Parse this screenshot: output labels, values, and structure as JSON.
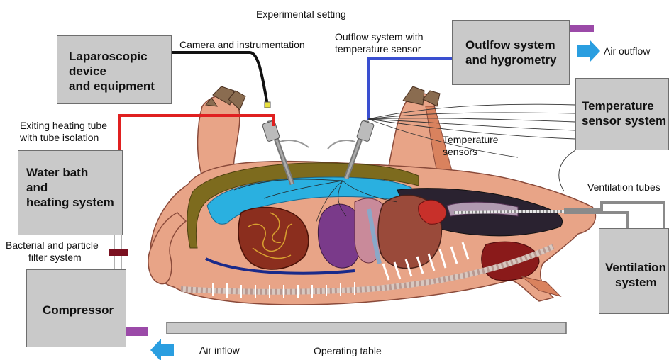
{
  "title": "Experimental setting",
  "boxes": {
    "laparoscopic": "Laparoscopic device and equipment",
    "laparoscopic_lines": [
      "Laparoscopic",
      "device",
      "and equipment"
    ],
    "outflow_lines": [
      "Outlfow system",
      "and hygrometry"
    ],
    "temperature_lines": [
      "Temperature",
      "sensor system"
    ],
    "water_bath_lines": [
      "Water bath",
      "and",
      "heating system"
    ],
    "compressor": "Compressor",
    "ventilation_lines": [
      "Ventilation",
      "system"
    ]
  },
  "labels": {
    "camera": "Camera and instrumentation",
    "outflow_sensor_lines": [
      "Outflow system with",
      "temperature sensor"
    ],
    "air_outflow": "Air outflow",
    "temperature_sensors_lines": [
      "Temperature",
      "sensors"
    ],
    "heating_tube_lines": [
      "Exiting heating tube",
      "with tube isolation"
    ],
    "ventilation_tubes": "Ventilation tubes",
    "filter_lines": [
      "Bacterial and particle",
      "filter system"
    ],
    "air_inflow": "Air inflow",
    "operating_table": "Operating table"
  },
  "colors": {
    "box_fill": "#c9c9c9",
    "heating_tube": "#e02020",
    "outflow_tube": "#3a4fd0",
    "camera_cable": "#111111",
    "arrow": "#2a9ee0",
    "connector": "#9b4aa8",
    "filter": "#7a1020",
    "skin": "#e8a487",
    "cavity": "#2ab0e0"
  }
}
